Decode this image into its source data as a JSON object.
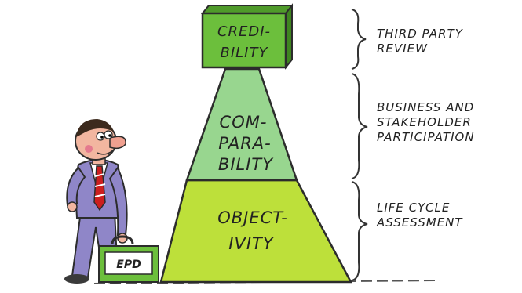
{
  "levels": {
    "top": {
      "line1": "CREDI-",
      "line2": "BILITY"
    },
    "middle": {
      "line1": "COM-",
      "line2": "PARA-",
      "line3": "BILITY"
    },
    "bottom": {
      "line1": "OBJECT-",
      "line2": "IVITY"
    }
  },
  "annotations": {
    "top": {
      "line1": "THIRD PARTY",
      "line2": "REVIEW"
    },
    "middle": {
      "line1": "BUSINESS AND",
      "line2": "STAKEHOLDER",
      "line3": "PARTICIPATION"
    },
    "bottom": {
      "line1": "LIFE CYCLE",
      "line2": "ASSESSMENT"
    }
  },
  "briefcase": {
    "label": "EPD"
  },
  "colors": {
    "top": "#6cbf3c",
    "middle": "#98d68f",
    "bottom": "#bde03a",
    "suit": "#8f86c8",
    "tie": "#cc1f1f"
  }
}
